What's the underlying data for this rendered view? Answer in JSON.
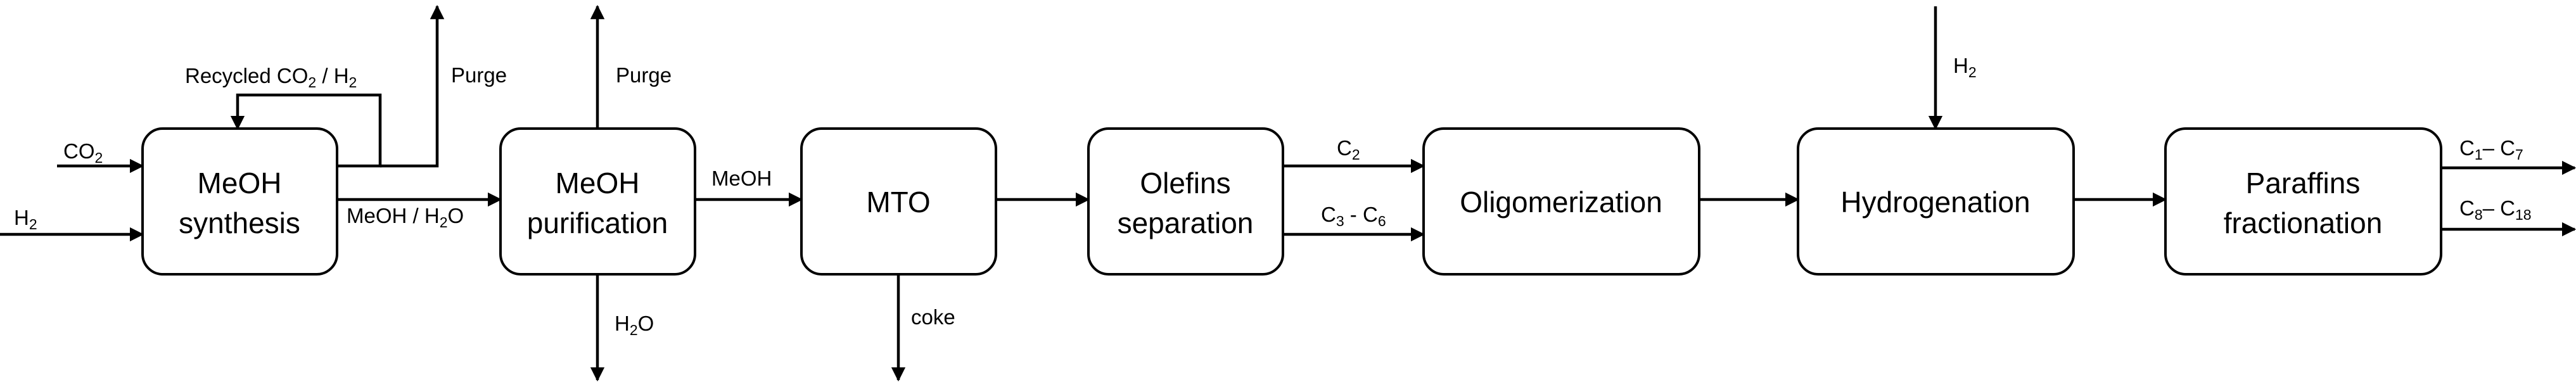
{
  "colors": {
    "stroke": "#000000",
    "background": "#ffffff"
  },
  "boxes": {
    "meoh_synthesis": {
      "line1": "MeOH",
      "line2": "synthesis"
    },
    "meoh_purification": {
      "line1": "MeOH",
      "line2": "purification"
    },
    "mto": {
      "label": "MTO"
    },
    "olefins_separation": {
      "line1": "Olefins",
      "line2": "separation"
    },
    "oligomerization": {
      "label": "Oligomerization"
    },
    "hydrogenation": {
      "label": "Hydrogenation"
    },
    "paraffins_fractionation": {
      "line1": "Paraffins",
      "line2": "fractionation"
    }
  },
  "streams": {
    "co2_in": {
      "base": "CO",
      "sub": "2"
    },
    "h2_in": {
      "base": "H",
      "sub": "2"
    },
    "recycled": {
      "prefix": "Recycled CO",
      "sub1": "2",
      "mid": " / H",
      "sub2": "2"
    },
    "purge_1": "Purge",
    "purge_2": "Purge",
    "meoh_h2o": {
      "prefix": "MeOH / H",
      "sub": "2",
      "suffix": "O"
    },
    "h2o_out": {
      "base": "H",
      "sub": "2",
      "suffix": "O"
    },
    "meoh": "MeOH",
    "coke": "coke",
    "c2": {
      "base": "C",
      "sub": "2"
    },
    "c3_c6": {
      "base1": "C",
      "sub1": "3",
      "mid": " - C",
      "sub2": "6"
    },
    "h2_hydrogenation": {
      "base": "H",
      "sub": "2"
    },
    "c1_c7": {
      "base1": "C",
      "sub1": "1",
      "mid": "– C",
      "sub2": "7"
    },
    "c8_c18": {
      "base1": "C",
      "sub1": "8",
      "mid": "– C",
      "sub2": "18"
    }
  }
}
